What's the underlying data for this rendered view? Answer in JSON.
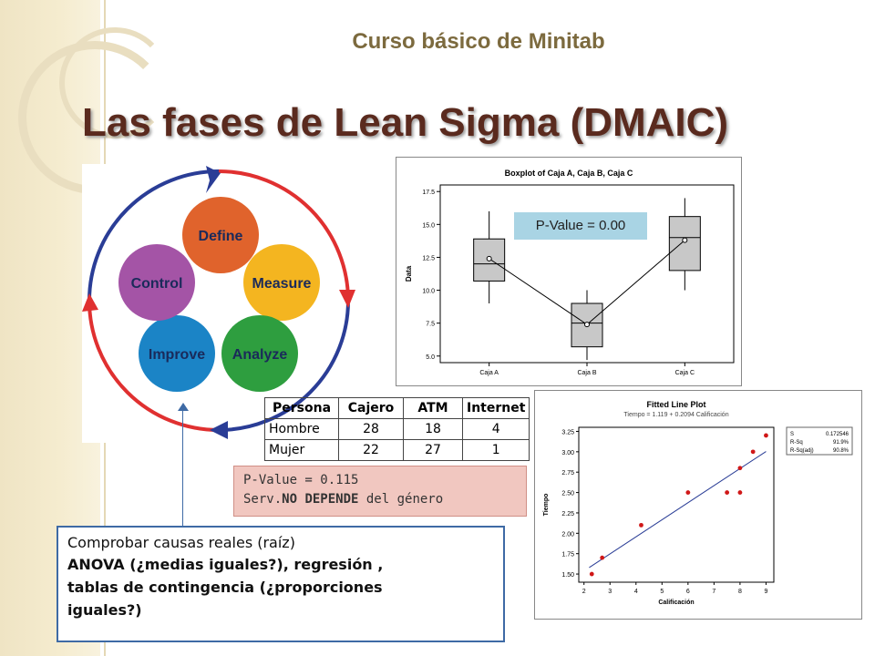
{
  "header": {
    "course_title": "Curso básico de Minitab",
    "slide_title": "Las fases de Lean Sigma (DMAIC)"
  },
  "cycle": {
    "phases": [
      {
        "label": "Define",
        "color": "#e0632c"
      },
      {
        "label": "Measure",
        "color": "#f4b520"
      },
      {
        "label": "Analyze",
        "color": "#2e9e3f"
      },
      {
        "label": "Improve",
        "color": "#1b84c6"
      },
      {
        "label": "Control",
        "color": "#a454a6"
      }
    ]
  },
  "boxplot": {
    "title": "Boxplot of Caja A, Caja B, Caja C",
    "ylabel": "Data",
    "pvalue_label": "P-Value = 0.00"
  },
  "contingency": {
    "headers": [
      "Persona",
      "Cajero",
      "ATM",
      "Internet"
    ],
    "rows": [
      [
        "Hombre",
        "28",
        "18",
        "4"
      ],
      [
        "Mujer",
        "22",
        "27",
        "1"
      ]
    ],
    "pvalue_line1": "P-Value = 0.115",
    "pvalue_line2_prefix": "Serv.",
    "pvalue_line2_bold": "NO DEPENDE",
    "pvalue_line2_suffix": " del género"
  },
  "fitted_plot": {
    "title": "Fitted Line Plot",
    "equation": "Tiempo  =  1.119 + 0.2094 Calificación",
    "xlabel": "Calificación",
    "ylabel": "Tiempo",
    "stats": [
      {
        "label": "S",
        "value": "0.172546"
      },
      {
        "label": "R-Sq",
        "value": "91.9%"
      },
      {
        "label": "R-Sq(adj)",
        "value": "90.8%"
      }
    ]
  },
  "note": {
    "line1": "Comprobar  causas reales (raíz)",
    "line2": "ANOVA (¿medias iguales?), regresión ,",
    "line3": "tablas de contingencia (¿proporciones",
    "line4": "iguales?)"
  },
  "chart_data": [
    {
      "type": "box",
      "title": "Boxplot of Caja A, Caja B, Caja C",
      "ylabel": "Data",
      "categories": [
        "Caja A",
        "Caja B",
        "Caja C"
      ],
      "ylim": [
        4.5,
        18
      ],
      "yticks": [
        5.0,
        7.5,
        10.0,
        12.5,
        15.0,
        17.5
      ],
      "boxes": [
        {
          "name": "Caja A",
          "min": 9.0,
          "q1": 10.7,
          "median": 12.0,
          "q3": 13.9,
          "max": 16.0,
          "mean": 12.4
        },
        {
          "name": "Caja B",
          "min": 4.7,
          "q1": 5.7,
          "median": 7.5,
          "q3": 9.0,
          "max": 10.0,
          "mean": 7.4
        },
        {
          "name": "Caja C",
          "min": 10.0,
          "q1": 11.5,
          "median": 14.0,
          "q3": 15.6,
          "max": 17.0,
          "mean": 13.8
        }
      ],
      "annotation": "P-Value = 0.00"
    },
    {
      "type": "scatter",
      "title": "Fitted Line Plot",
      "xlabel": "Calificación",
      "ylabel": "Tiempo",
      "xlim": [
        1.8,
        9.3
      ],
      "ylim": [
        1.4,
        3.3
      ],
      "xticks": [
        2,
        3,
        4,
        5,
        6,
        7,
        8,
        9
      ],
      "yticks": [
        1.5,
        1.75,
        2.0,
        2.25,
        2.5,
        2.75,
        3.0,
        3.25
      ],
      "points": [
        {
          "x": 2.3,
          "y": 1.5
        },
        {
          "x": 2.7,
          "y": 1.7
        },
        {
          "x": 4.2,
          "y": 2.1
        },
        {
          "x": 6.0,
          "y": 2.5
        },
        {
          "x": 7.5,
          "y": 2.5
        },
        {
          "x": 8.0,
          "y": 2.5
        },
        {
          "x": 8.0,
          "y": 2.8
        },
        {
          "x": 8.5,
          "y": 3.0
        },
        {
          "x": 9.0,
          "y": 3.2
        }
      ],
      "fit": {
        "intercept": 1.119,
        "slope": 0.2094
      }
    }
  ]
}
